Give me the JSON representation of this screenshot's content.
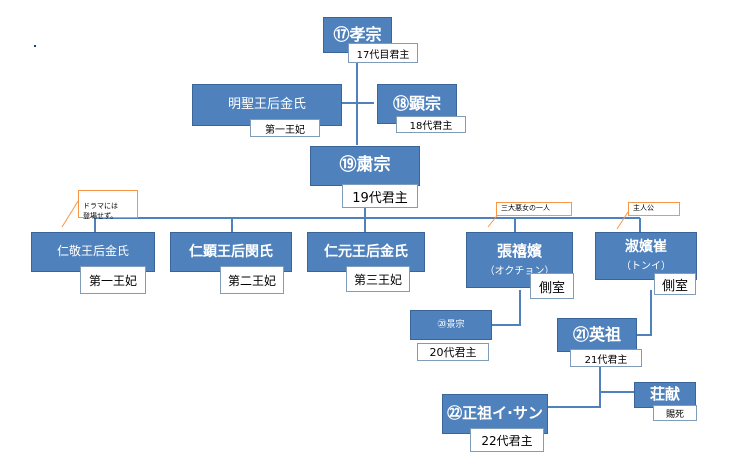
{
  "nodes": {
    "hyojong": {
      "name": "⑰孝宗",
      "sub": "17代目君主"
    },
    "hyeonjong": {
      "name": "⑱顕宗",
      "sub": "18代君主"
    },
    "myeongseong": {
      "name": "明聖王后金氏",
      "sub": "第一王妃"
    },
    "sukjong": {
      "name": "⑲粛宗",
      "sub": "19代君主"
    },
    "ingyeong": {
      "name": "仁敬王后金氏",
      "sub": "第一王妃"
    },
    "inhyeon": {
      "name": "仁顕王后閔氏",
      "sub": "第二王妃"
    },
    "inwon": {
      "name": "仁元王后金氏",
      "sub": "第三王妃"
    },
    "jang": {
      "name": "張禧嬪",
      "name2": "（オクチョン）",
      "sub": "側室"
    },
    "choe": {
      "name": "淑嬪崔",
      "name2": "（トンイ）",
      "sub": "側室"
    },
    "gyeongjong": {
      "name": "⑳景宗",
      "sub": "20代君主"
    },
    "yeongjo": {
      "name": "㉑英祖",
      "sub": "21代君主"
    },
    "jeongjo": {
      "name": "㉒正祖イ·サン",
      "sub": "22代君主"
    },
    "jangheon": {
      "name": "荘献",
      "sub": "賜死"
    }
  },
  "notes": {
    "drama": "ドラマには\n登場せず。",
    "beauty": "三大悪女の一人",
    "hero": "主人公"
  },
  "colors": {
    "box_fill": "#4f81bd",
    "line": "#4f81bd",
    "callout_border": "#f79646"
  }
}
